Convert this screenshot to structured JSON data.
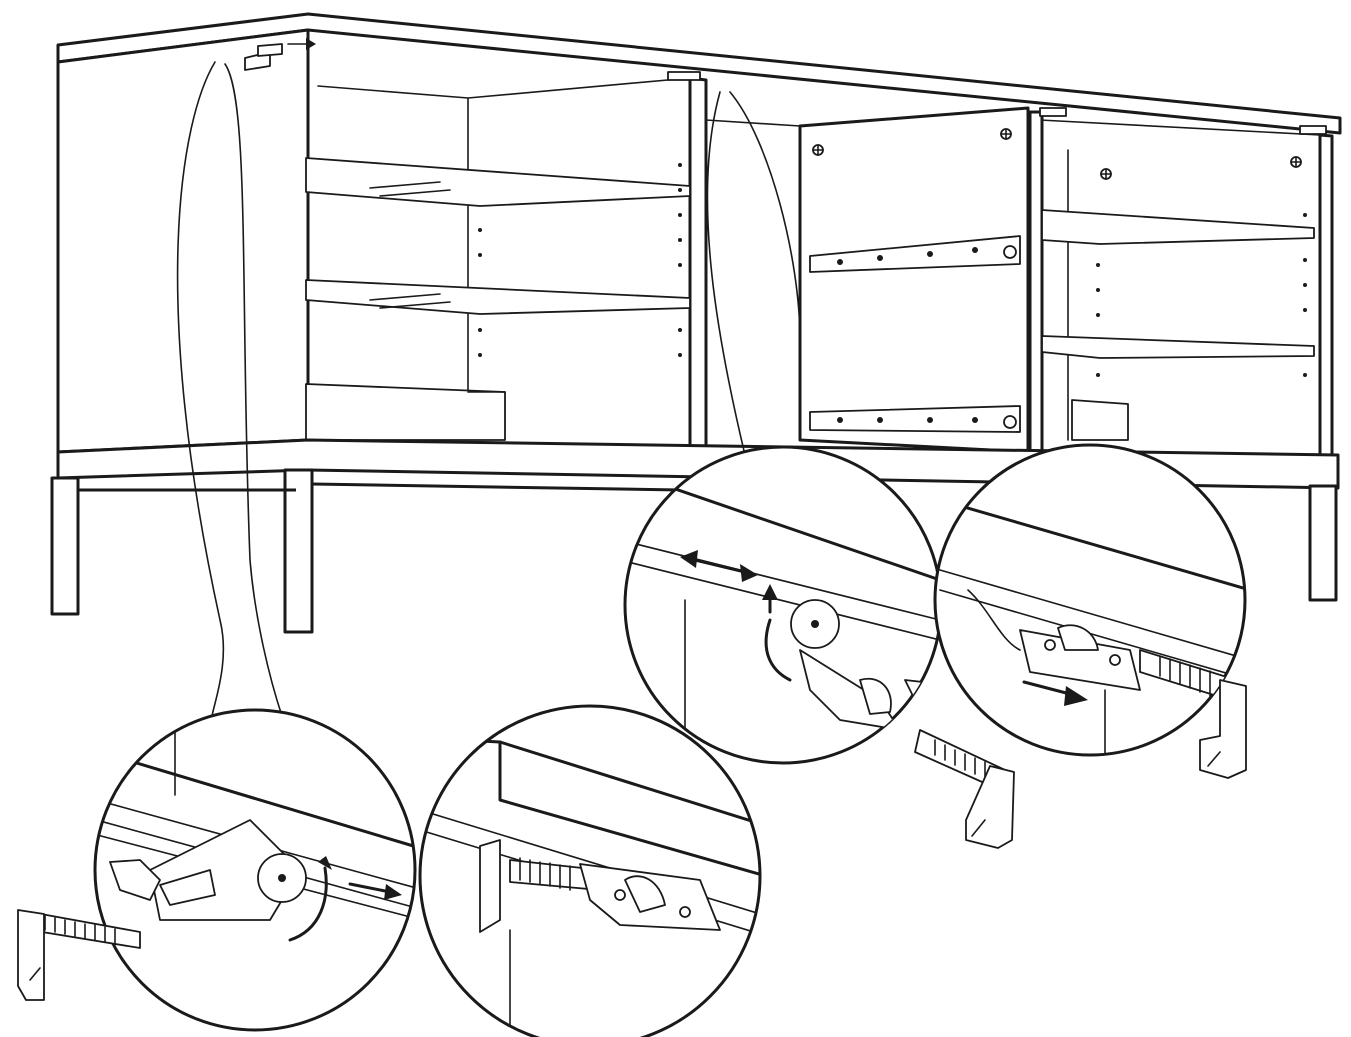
{
  "figure": {
    "kind": "assembly-instruction",
    "style": "black line art on white",
    "stroke_color": "#1a1a1a",
    "background_color": "#ffffff",
    "detail_callouts": 4,
    "icons": [
      "sideboard-cabinet",
      "door-hinge-clip",
      "drawer-runner",
      "double-arrow",
      "curved-rotate-arrow",
      "push-arrow"
    ]
  }
}
